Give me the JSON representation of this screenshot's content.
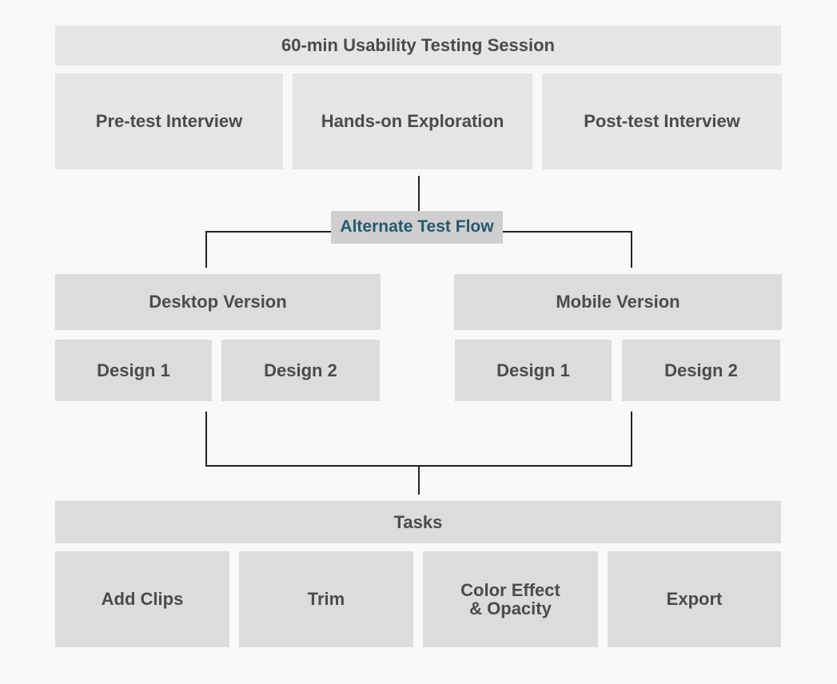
{
  "session": {
    "title": "60-min Usability Testing Session",
    "phases": [
      "Pre-test Interview",
      "Hands-on Exploration",
      "Post-test Interview"
    ]
  },
  "flow": {
    "label": "Alternate Test Flow"
  },
  "versions": [
    {
      "title": "Desktop Version",
      "designs": [
        "Design 1",
        "Design 2"
      ]
    },
    {
      "title": "Mobile Version",
      "designs": [
        "Design 1",
        "Design 2"
      ]
    }
  ],
  "tasks": {
    "title": "Tasks",
    "items": [
      "Add Clips",
      "Trim",
      "Color Effect & Opacity",
      "Export"
    ]
  },
  "colors": {
    "box_light": "#e5e5e5",
    "box_mid": "#dcdcdc",
    "flow_box": "#cfcfcf",
    "flow_text": "#235a6e",
    "text": "#4b4b4b",
    "line": "#222222",
    "background": "#f9f9f9"
  }
}
